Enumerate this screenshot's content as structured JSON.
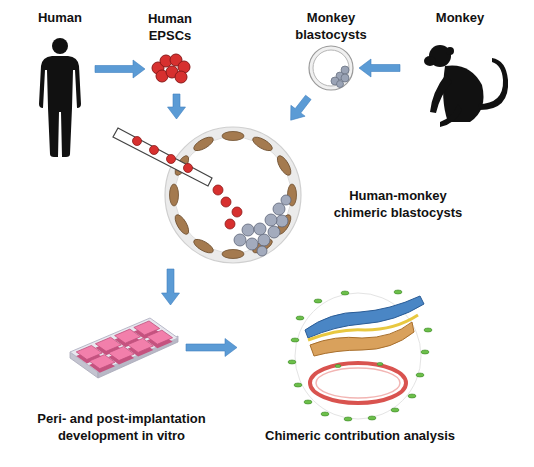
{
  "diagram": {
    "nodes": [
      {
        "text": [
          "Human"
        ]
      },
      {
        "text": [
          "Human EPSCs"
        ]
      },
      {
        "text": [
          "Monkey blastocysts"
        ]
      },
      {
        "text": [
          "Monkey"
        ]
      },
      {
        "text": [
          "Human-monkey chimeric blastocysts"
        ]
      },
      {
        "text": [
          "Peri- and post-implantation development in vitro"
        ]
      },
      {
        "text": [
          "Chimeric contribution analysis"
        ]
      }
    ],
    "edges": [
      {
        "from": 0,
        "to": 1,
        "arrow": "to"
      },
      {
        "from": 3,
        "to": 2,
        "arrow": "to"
      },
      {
        "from": 1,
        "to": 4,
        "arrow": "to"
      },
      {
        "from": 2,
        "to": 4,
        "arrow": "to"
      },
      {
        "from": 4,
        "to": 5,
        "arrow": "to"
      },
      {
        "from": 5,
        "to": 6,
        "arrow": "to"
      }
    ]
  }
}
